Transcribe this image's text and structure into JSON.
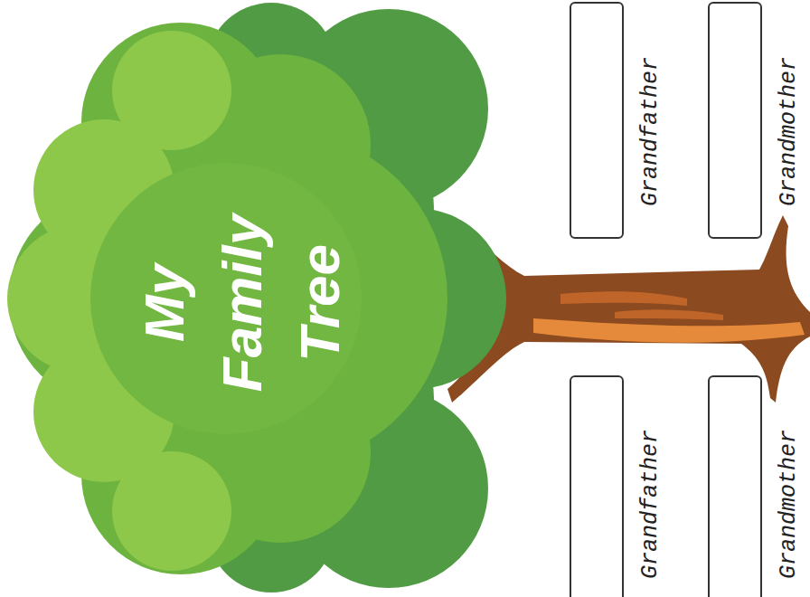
{
  "diagram": {
    "title": "My Family Tree",
    "nodes": [
      {
        "text": [
          "Grandfather"
        ]
      },
      {
        "text": [
          "Grandmother"
        ]
      },
      {
        "text": [
          "Grandfather"
        ]
      },
      {
        "text": [
          "Grandmother"
        ]
      }
    ]
  }
}
